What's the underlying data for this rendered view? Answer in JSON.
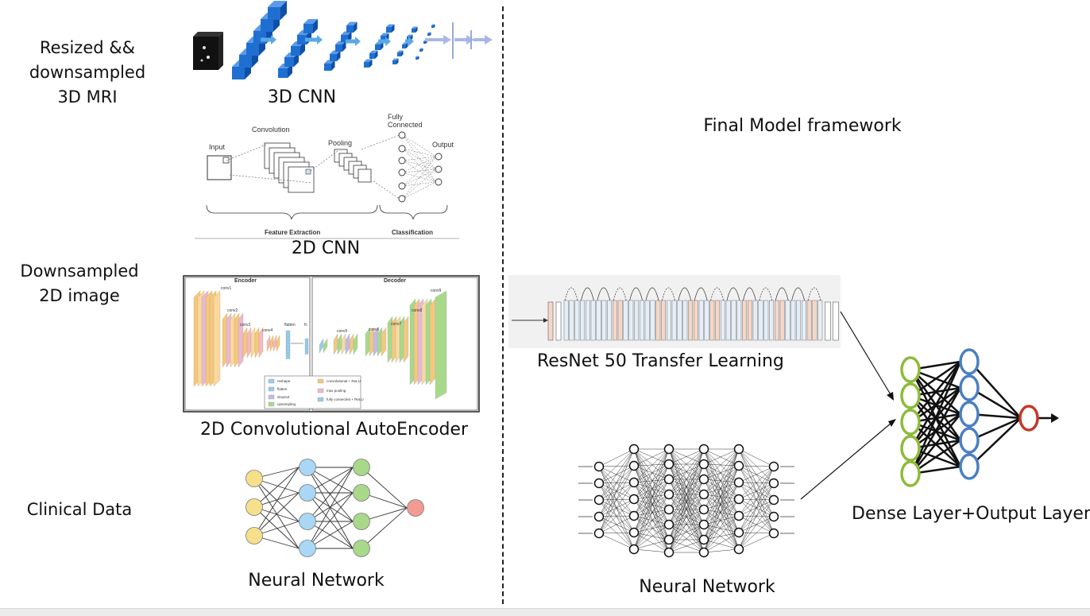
{
  "left_labels": {
    "mri_3d": "Resized &&\ndownsampled\n3D MRI",
    "image_2d": "Downsampled\n2D image",
    "clinical": "Clinical Data"
  },
  "captions": {
    "cnn_3d": "3D CNN",
    "cnn_2d": "2D CNN",
    "autoencoder": "2D Convolutional AutoEncoder",
    "nn_left": "Neural Network",
    "final_title": "Final Model framework",
    "resnet": "ResNet 50 Transfer Learning",
    "nn_right": "Neural Network",
    "dense": "Dense Layer+Output Layer"
  },
  "cnn2d_labels": {
    "input": "Input",
    "convolution": "Convolution",
    "pooling": "Pooling",
    "fully_connected": "Fully\nConnected",
    "output": "Output",
    "feature_extraction": "Feature Extraction",
    "classification": "Classification"
  },
  "autoencoder_labels": {
    "encoder": "Encoder",
    "decoder": "Decoder",
    "conv1": "conv1",
    "conv2": "conv2",
    "conv3": "conv3",
    "conv4": "conv4",
    "flatten": "flatten",
    "fc": "fc",
    "conv5": "conv5",
    "conv6": "conv6",
    "conv7": "conv7",
    "conv8": "conv8",
    "conv9": "conv9",
    "legend": [
      "reshape",
      "flatten",
      "dropout",
      "upsampling",
      "convolutional + ReLU",
      "max pooling",
      "fully connected + ReLU"
    ]
  },
  "colors": {
    "cnn3d_blue": "#1f6fd1",
    "arrow_blue": "#5aa9e6",
    "nn_yellow": "#f7e08c",
    "nn_blue": "#a9d7f5",
    "nn_green": "#a8d98a",
    "nn_red": "#f29b93",
    "dense_green": "#8dbb3a",
    "dense_blue": "#4a7fc1",
    "dense_red": "#c0392b"
  }
}
